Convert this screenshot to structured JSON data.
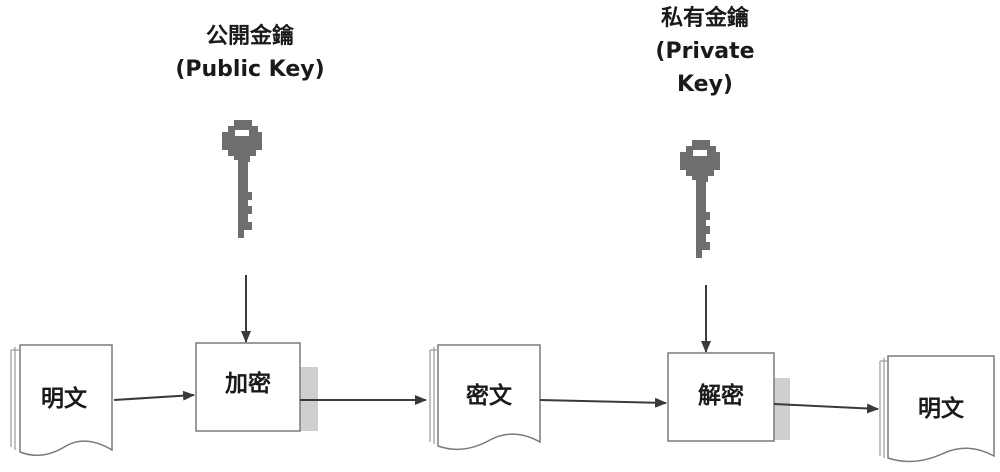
{
  "public_key": {
    "label_zh": "公開金鑰",
    "label_en": "(Public Key)"
  },
  "private_key": {
    "label_zh": "私有金鑰",
    "label_en_line1": "(Private",
    "label_en_line2": "Key)"
  },
  "nodes": {
    "plaintext_in": "明文",
    "encrypt": "加密",
    "ciphertext": "密文",
    "decrypt": "解密",
    "plaintext_out": "明文"
  },
  "colors": {
    "key_fill": "#6e6e6e",
    "shadow": "#cfcfcf",
    "line": "#3a3a3a",
    "box_stroke": "#7a7a7a"
  }
}
